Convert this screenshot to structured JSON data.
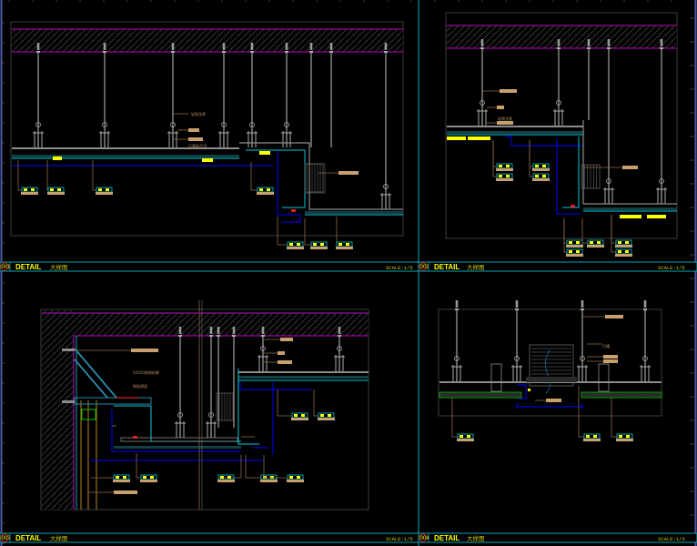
{
  "drawing": {
    "colors": {
      "background": "#000000",
      "frame": "#00a8b8",
      "slab_edge": "#c000c0",
      "hatch": "#6a6a6a",
      "hanger": "#8c8c8c",
      "leader": "#8a6a4a",
      "tag": "#c8a070",
      "blue": "#0000ff",
      "cyan": "#00c8d8",
      "yellow": "#ffff00",
      "green": "#00c800",
      "red": "#e02020",
      "orange": "#e0a020",
      "ruler": "#4a5aa8"
    },
    "panels": [
      {
        "id": "detail-001",
        "number": "001",
        "title": "DETAIL",
        "subtitle": "大样图",
        "scale": "SCALE:1/5",
        "notes": [
          "轻钢龙骨",
          "石膏板吊顶"
        ]
      },
      {
        "id": "detail-002",
        "number": "002",
        "title": "DETAIL",
        "subtitle": "大样图",
        "scale": "SCALE:1/5",
        "notes": [
          "轻钢龙骨"
        ]
      },
      {
        "id": "detail-003",
        "number": "003",
        "title": "DETAIL",
        "subtitle": "大样图",
        "scale": "SCALE:1/5",
        "notes": [
          "50X50角钢斜撑",
          "钢板焊接"
        ]
      },
      {
        "id": "detail-004",
        "number": "004",
        "title": "DETAIL",
        "subtitle": "大样图",
        "scale": "SCALE:1/3",
        "notes": [
          "灯槽"
        ]
      }
    ]
  }
}
